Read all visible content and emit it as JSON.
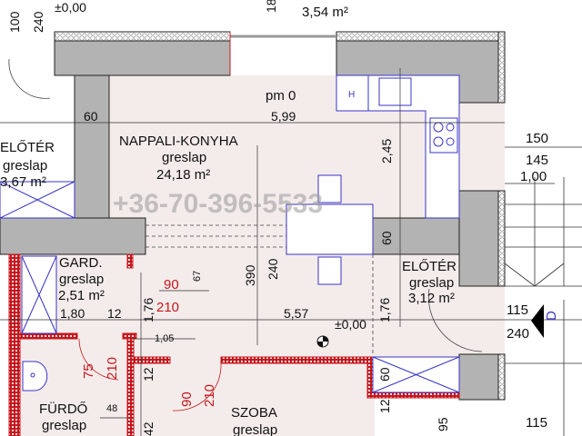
{
  "level_marks": {
    "top_left": "±0,00",
    "center": "±0,00",
    "living": "pm 0"
  },
  "rooms": [
    {
      "name": "NAPPALI-KONYHA",
      "floor": "greslap",
      "area": "24,18 m²"
    },
    {
      "name": "ELŐTÉR",
      "floor": "greslap",
      "area": "3,67 m²"
    },
    {
      "name": "GARD.",
      "floor": "greslap",
      "area": "2,51 m²"
    },
    {
      "name": "ELŐTÉR",
      "floor": "greslap",
      "area": "3,12 m²"
    },
    {
      "name": "FÜRDŐ",
      "floor": "greslap"
    },
    {
      "name": "SZOBA",
      "floor": "greslap"
    },
    {
      "area": "3,54 m²"
    }
  ],
  "dimensions": {
    "d100": "100",
    "d240a": "240",
    "d18": "18",
    "d1": "1,",
    "d60a": "60",
    "d599": "5,99",
    "d245": "2,45",
    "d150": "150",
    "d145": "145",
    "d100b": "1,00",
    "d60b": "60",
    "d390": "390",
    "d240b": "240",
    "d67": "67",
    "d176a": "1,76",
    "d180": "1,80",
    "d12a": "12",
    "d557": "5,57",
    "d176b": "1,76",
    "d115a": "115",
    "d240c": "240",
    "d105": "1,05",
    "d12b": "12",
    "d48": "48",
    "d42": "42",
    "d60c": "60",
    "d12c": "12",
    "d95": "95",
    "d115b": "115"
  },
  "door_dims": {
    "a_w": "90",
    "a_h": "210",
    "b_w": "75",
    "b_h": "210",
    "c_w": "90",
    "c_h": "210"
  },
  "appliances": {
    "fridge": "H"
  },
  "section_marker": "D",
  "watermark": "+36-70-396-5533",
  "colors": {
    "wall": "#b3b3b3",
    "floor": "#f3ecea",
    "furniture": "#3a34c8",
    "new_wall": "#c8161d"
  }
}
